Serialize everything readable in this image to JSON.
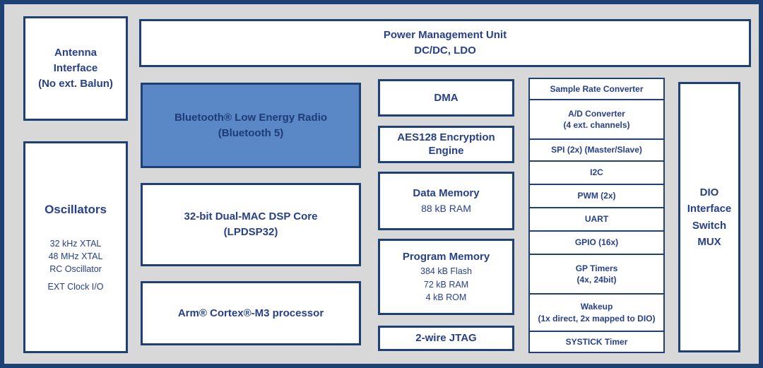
{
  "colors": {
    "background": "#d8d8d8",
    "border_navy": "#1e4175",
    "text_navy": "#27408b",
    "bluetooth_fill": "#5a87c5"
  },
  "blocks": {
    "antenna": {
      "lines": [
        "Antenna",
        "Interface",
        "(No ext. Balun)"
      ]
    },
    "pmu": {
      "line1": "Power Management Unit",
      "line2": "DC/DC, LDO"
    },
    "bluetooth": {
      "line1": "Bluetooth® Low Energy Radio",
      "line2": "(Bluetooth 5)"
    },
    "oscillators": {
      "title": "Oscillators",
      "items": [
        "32 kHz XTAL",
        "48 MHz XTAL",
        "RC Oscillator"
      ],
      "extra": "EXT Clock I/O"
    },
    "dsp": {
      "line1": "32-bit Dual-MAC DSP Core",
      "line2": "(LPDSP32)"
    },
    "arm": {
      "label": "Arm® Cortex®-M3 processor"
    },
    "dma": {
      "label": "DMA"
    },
    "aes": {
      "line1": "AES128 Encryption",
      "line2": "Engine"
    },
    "data_memory": {
      "title": "Data Memory",
      "detail": "88 kB RAM"
    },
    "program_memory": {
      "title": "Program Memory",
      "details": [
        "384 kB Flash",
        "72 kB RAM",
        "4 kB ROM"
      ]
    },
    "jtag": {
      "label": "2-wire JTAG"
    },
    "dio": {
      "lines": [
        "DIO",
        "Interface",
        "Switch",
        "MUX"
      ]
    }
  },
  "peripherals": {
    "rows": [
      {
        "line1": "Sample Rate Converter",
        "line2": ""
      },
      {
        "line1": "A/D Converter",
        "line2": "(4 ext. channels)"
      },
      {
        "line1": "SPI (2x) (Master/Slave)",
        "line2": ""
      },
      {
        "line1": "I2C",
        "line2": ""
      },
      {
        "line1": "PWM (2x)",
        "line2": ""
      },
      {
        "line1": "UART",
        "line2": ""
      },
      {
        "line1": "GPIO (16x)",
        "line2": ""
      },
      {
        "line1": "GP Timers",
        "line2": "(4x, 24bit)"
      },
      {
        "line1": "Wakeup",
        "line2": "(1x direct, 2x mapped to DIO)"
      },
      {
        "line1": "SYSTICK Timer",
        "line2": ""
      }
    ]
  }
}
